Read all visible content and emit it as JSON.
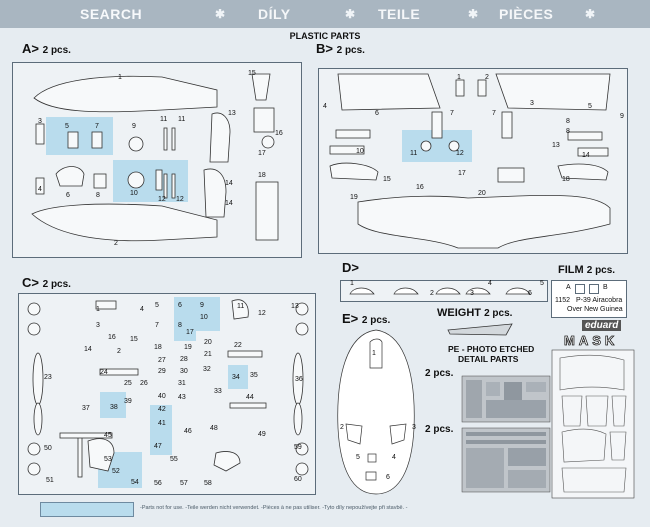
{
  "header": {
    "brand": "",
    "search": "SEARCH",
    "langs": [
      "DÍLY",
      "TEILE",
      "PIÈCES"
    ],
    "logo": ""
  },
  "title": "PLASTIC PARTS",
  "sprues": {
    "A": {
      "letter": "A>",
      "count": "2 pcs."
    },
    "B": {
      "letter": "B>",
      "count": "2 pcs."
    },
    "C": {
      "letter": "C>",
      "count": "2 pcs."
    },
    "D": {
      "letter": "D>",
      "count": ""
    },
    "E": {
      "letter": "E>",
      "count": "2 pcs."
    }
  },
  "film": {
    "label": "FILM",
    "count": "2 pcs.",
    "a": "A",
    "b": "B",
    "code": "1152",
    "name": "P-39 Airacobra",
    "subtitle": "Over New Guinea"
  },
  "weight": {
    "label": "WEIGHT",
    "count": "2 pcs."
  },
  "pe": {
    "title": "PE - PHOTO ETCHED",
    "subtitle": "DETAIL PARTS",
    "fret1_count": "2 pcs.",
    "fret2_count": "2 pcs."
  },
  "mask": {
    "brand": "eduard",
    "label": "MASK"
  },
  "footer": {
    "text": "-Parts not for use. -Teile werden nicht verwendet. -Pièces à ne pas utiliser. -Tyto díly nepoužívejte při stavbě. -"
  },
  "numbers": {
    "A": [
      "1",
      "3",
      "5",
      "7",
      "9",
      "11",
      "11",
      "13",
      "15",
      "16",
      "17",
      "18",
      "2",
      "4",
      "6",
      "8",
      "10",
      "12",
      "12",
      "14",
      "14"
    ],
    "B": [
      "1",
      "2",
      "3",
      "4",
      "5",
      "6",
      "7",
      "7",
      "8",
      "8",
      "9",
      "10",
      "11",
      "12",
      "13",
      "14",
      "15",
      "16",
      "17",
      "18",
      "19",
      "20"
    ],
    "C": [
      "1",
      "2",
      "3",
      "4",
      "5",
      "6",
      "7",
      "8",
      "9",
      "10",
      "11",
      "12",
      "13",
      "14",
      "15",
      "16",
      "17",
      "18",
      "19",
      "20",
      "21",
      "22",
      "23",
      "24",
      "25",
      "26",
      "27",
      "28",
      "29",
      "30",
      "31",
      "32",
      "33",
      "34",
      "35",
      "36",
      "37",
      "38",
      "39",
      "40",
      "41",
      "42",
      "43",
      "44",
      "45",
      "46",
      "47",
      "48",
      "49",
      "50",
      "51",
      "52",
      "53",
      "54",
      "55",
      "56",
      "57",
      "58",
      "59",
      "60"
    ],
    "D": [
      "1",
      "2",
      "3",
      "4",
      "5",
      "6"
    ],
    "E": [
      "1",
      "2",
      "3",
      "4",
      "5",
      "6"
    ]
  }
}
